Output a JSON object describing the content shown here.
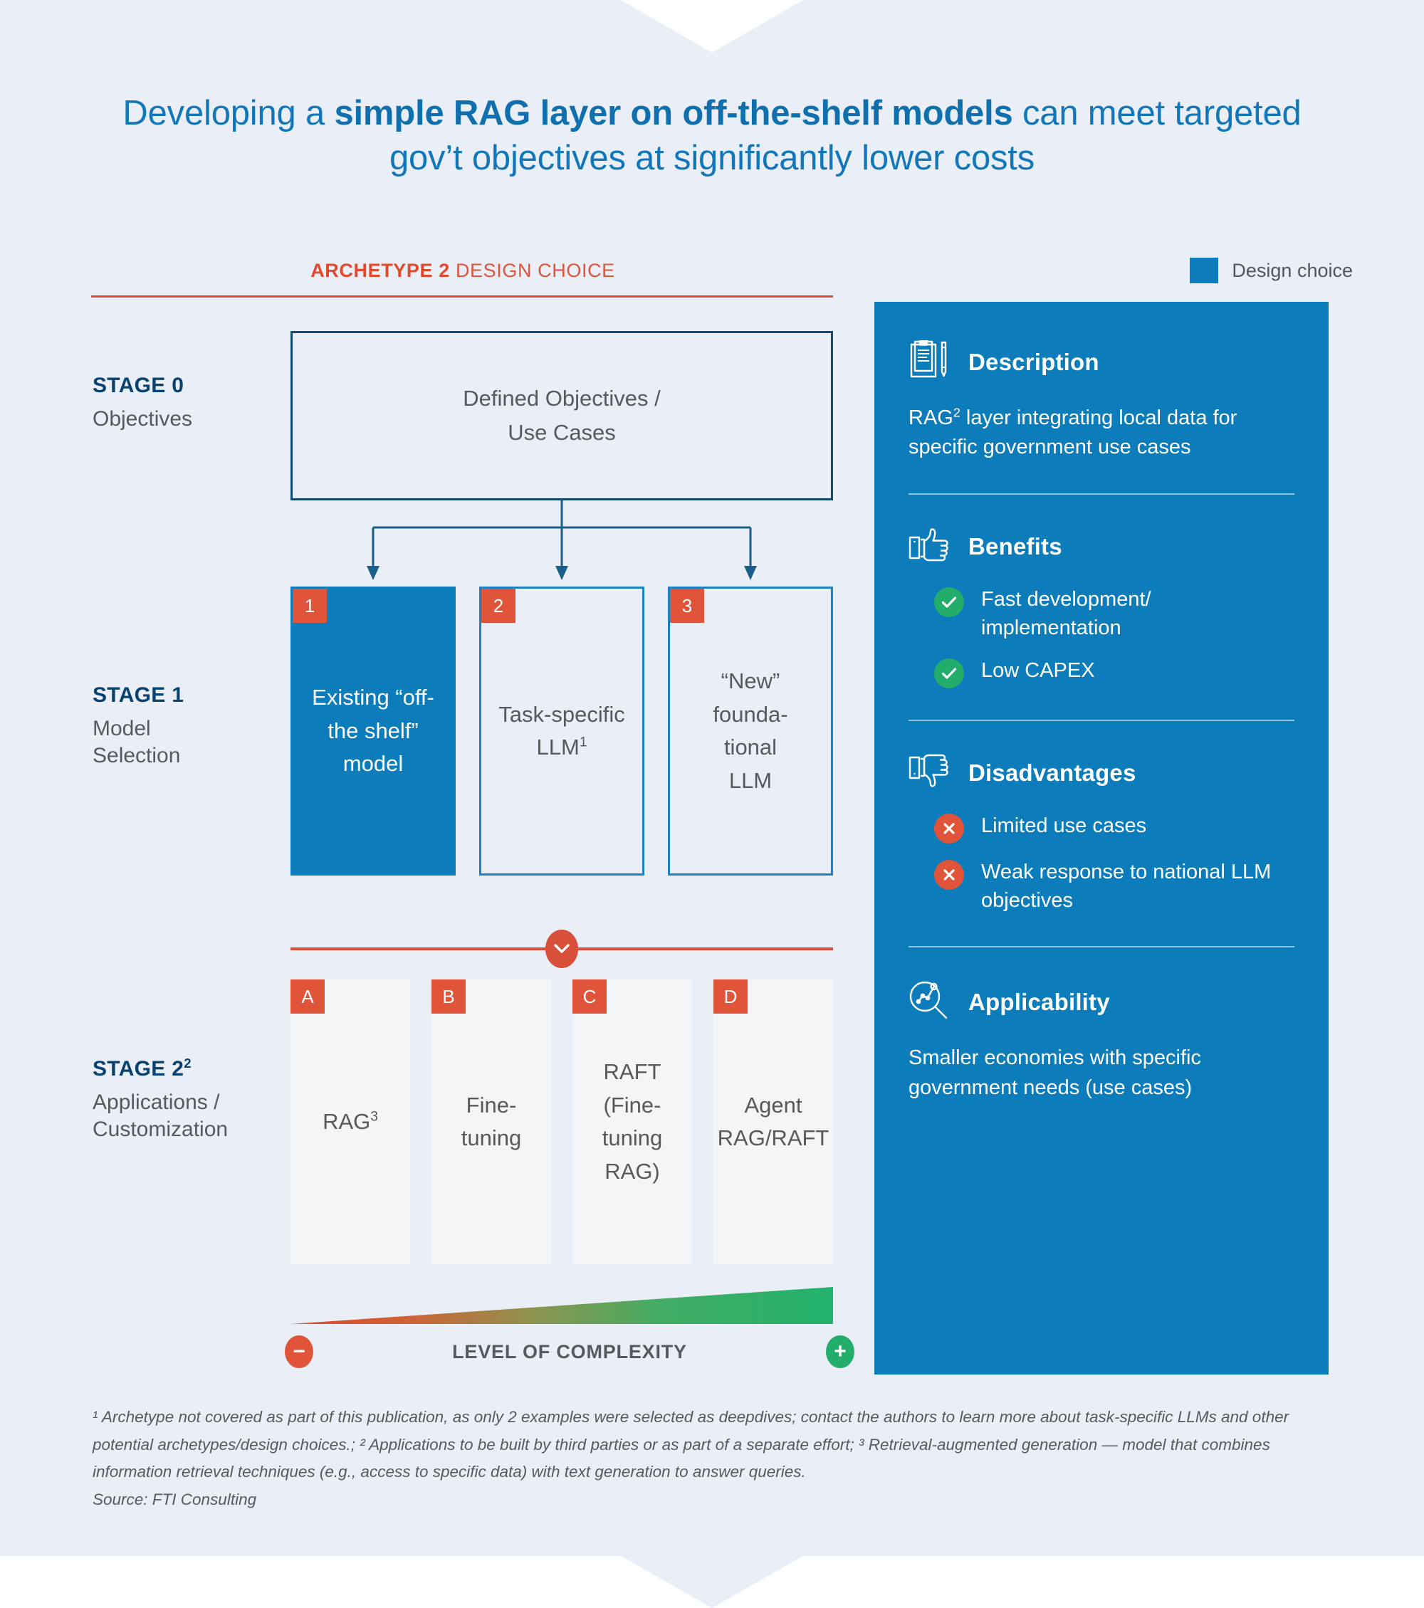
{
  "title": {
    "pre": "Developing a ",
    "bold": "simple RAG layer on off-the-shelf models",
    "post": " can meet targeted gov’t objectives at significantly lower costs"
  },
  "header": {
    "archetype_strong": "ARCHETYPE 2",
    "archetype_rest": " DESIGN CHOICE",
    "legend_label": "Design choice",
    "legend_color": "#0d7cba"
  },
  "colors": {
    "background": "#e9eef7",
    "brand_blue": "#0d7cba",
    "dark_blue": "#09426f",
    "accent_red": "#e0543a",
    "rule_red": "#d9503a",
    "green": "#22ad6a",
    "body_gray": "#58595b",
    "box_gray": "#f4f5f7"
  },
  "stages": [
    {
      "name": "STAGE 0",
      "sub": "Objectives"
    },
    {
      "name": "STAGE 1",
      "sub": "Model\nSelection"
    },
    {
      "name": "STAGE 2",
      "name_sup": "2",
      "sub": "Applications /\nCustomization"
    }
  ],
  "stage0": {
    "line1": "Defined Objectives /",
    "line2": "Use Cases"
  },
  "stage1": {
    "options": [
      {
        "badge": "1",
        "label": "Existing “off-the shelf” model",
        "selected": true
      },
      {
        "badge": "2",
        "label": "Task-specific LLM",
        "label_sup": "1",
        "selected": false
      },
      {
        "badge": "3",
        "label": "“New” founda-tional LLM",
        "selected": false
      }
    ]
  },
  "stage2": {
    "options": [
      {
        "badge": "A",
        "label": "RAG",
        "label_sup": "3"
      },
      {
        "badge": "B",
        "label": "Fine-tuning"
      },
      {
        "badge": "C",
        "label": "RAFT (Fine-tuning RAG)"
      },
      {
        "badge": "D",
        "label": "Agent RAG/RAFT"
      }
    ]
  },
  "complexity": {
    "label": "LEVEL OF COMPLEXITY",
    "low_symbol": "−",
    "high_symbol": "+",
    "gradient_from": "#e0543a",
    "gradient_to": "#22ad6a"
  },
  "panel": {
    "description": {
      "title": "Description",
      "icon": "clipboard-pen-icon",
      "body_pre": "RAG",
      "body_sup": "2",
      "body_post": " layer integrating local data for specific government use cases"
    },
    "benefits": {
      "title": "Benefits",
      "icon": "thumbs-up-icon",
      "items": [
        "Fast development/ implementation",
        "Low CAPEX"
      ]
    },
    "disadvantages": {
      "title": "Disadvantages",
      "icon": "thumbs-down-icon",
      "items": [
        "Limited use cases",
        "Weak response to national LLM objectives"
      ]
    },
    "applicability": {
      "title": "Applicability",
      "icon": "magnifier-network-icon",
      "body": "Smaller economies with specific government needs (use cases)"
    }
  },
  "footnotes": {
    "text": "¹ Archetype not covered as part of this publication, as only 2 examples were selected as deepdives; contact the authors to learn more about task-specific LLMs and other potential archetypes/design choices.; ² Applications to be built by third parties or as part of a separate effort; ³ Retrieval-augmented generation — model that combines information retrieval techniques (e.g., access to specific data) with text generation to answer queries.",
    "source": "Source: FTI Consulting"
  }
}
